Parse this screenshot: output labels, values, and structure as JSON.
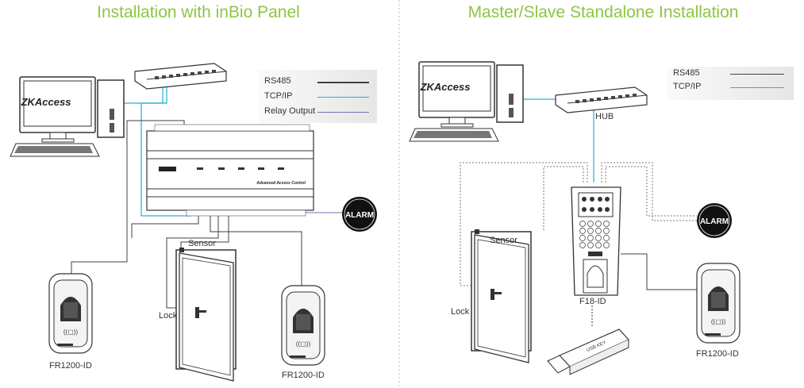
{
  "left": {
    "title": "Installation with inBio Panel",
    "legend": [
      {
        "label": "RS485",
        "color": "#404040"
      },
      {
        "label": "TCP/IP",
        "color": "#29abe2"
      },
      {
        "label": "Relay Output",
        "color": "#7b6fb5"
      }
    ],
    "computer_logo": "ZKAccess",
    "panel_text": "Advanced Access Control",
    "alarm": "ALARM",
    "sensor": "Sensor",
    "lock": "Lock",
    "reader1": "FR1200-ID",
    "reader2": "FR1200-ID"
  },
  "right": {
    "title": "Master/Slave Standalone Installation",
    "legend": [
      {
        "label": "RS485",
        "color": "#404040"
      },
      {
        "label": "TCP/IP",
        "color": "#29abe2"
      }
    ],
    "computer_logo": "ZKAccess",
    "hub": "HUB",
    "alarm": "ALARM",
    "sensor": "Sensor",
    "lock": "Lock",
    "terminal": "F18-ID",
    "usb": "USB KEY",
    "reader": "FR1200-ID"
  },
  "colors": {
    "title": "#8dc63f",
    "tcpip": "#29abe2",
    "rs485": "#404040",
    "relay": "#7b6fb5"
  }
}
